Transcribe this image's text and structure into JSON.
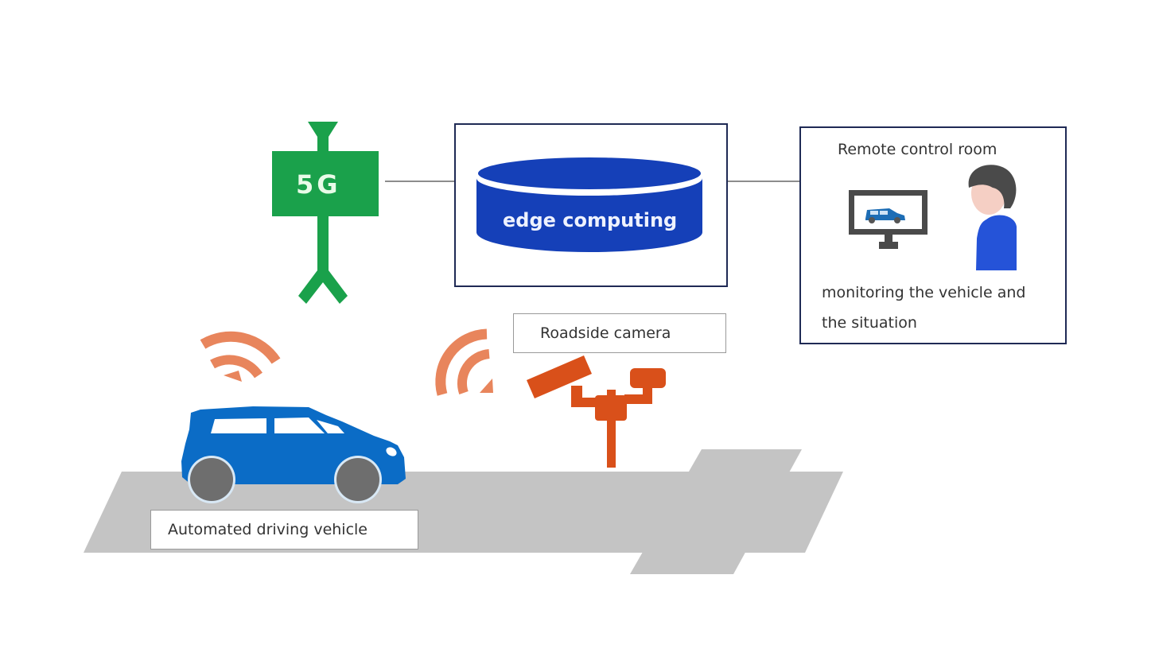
{
  "diagram": {
    "antenna": {
      "label": "5G",
      "color": "#1aa14b",
      "icon": "antenna-icon"
    },
    "edge": {
      "label": "edge computing",
      "color": "#1540b8",
      "icon": "database-cylinder-icon"
    },
    "remote_room": {
      "title": "Remote control room",
      "caption_line1": "monitoring the vehicle and",
      "caption_line2": "the situation",
      "monitor_icon": "monitor-icon",
      "person_icon": "person-icon",
      "person_color": "#2553d8"
    },
    "camera": {
      "label": "Roadside camera",
      "color": "#d9501a",
      "icon": "cctv-camera-icon"
    },
    "vehicle": {
      "label": "Automated driving vehicle",
      "color": "#0b6cc6",
      "icon": "car-icon"
    },
    "signal": {
      "color": "#e8855c",
      "icon": "wireless-signal-icon"
    },
    "road": {
      "color": "#c4c4c4"
    }
  }
}
